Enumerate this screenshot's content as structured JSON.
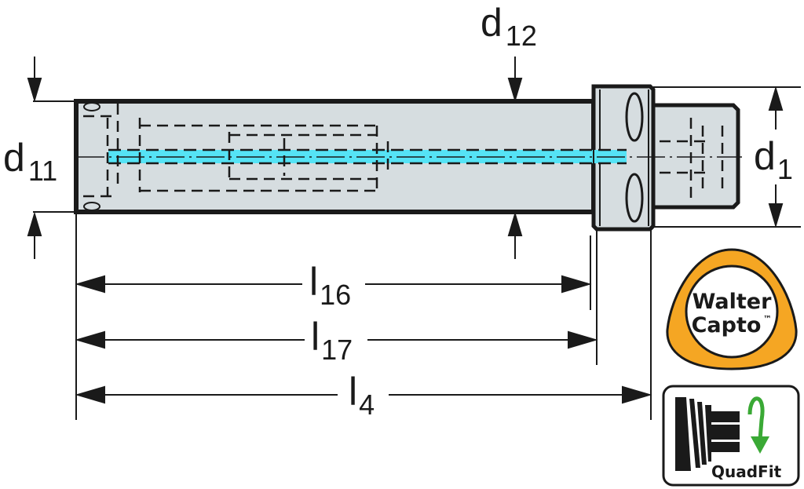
{
  "diagram": {
    "title": "Walter Capto toolholder with extension shank - dimension drawing",
    "colors": {
      "body_fill": "#d6dde0",
      "outline": "#1a1a1a",
      "coolant_channel": "#55e3f5",
      "capto_orange": "#f5a623",
      "quadfit_arrow": "#3aa935"
    },
    "dimensions": {
      "d11": {
        "symbol": "d",
        "subscript": "11"
      },
      "d12": {
        "symbol": "d",
        "subscript": "12"
      },
      "d1": {
        "symbol": "d",
        "subscript": "1"
      },
      "l16": {
        "symbol": "l",
        "subscript": "16"
      },
      "l17": {
        "symbol": "l",
        "subscript": "17"
      },
      "l4": {
        "symbol": "l",
        "subscript": "4"
      }
    },
    "badges": {
      "capto": {
        "line1": "Walter",
        "line2": "Capto",
        "trademark": "™"
      },
      "quadfit": {
        "label": "QuadFit"
      }
    }
  }
}
